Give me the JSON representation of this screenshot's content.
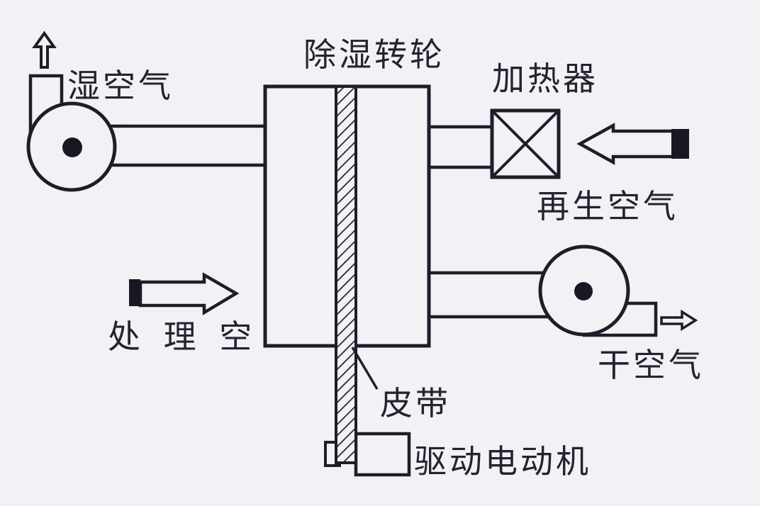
{
  "diagram": {
    "title": "除湿转轮",
    "type": "desiccant-wheel-dehumidification-schematic"
  },
  "colors": {
    "background": "#f2f1f5",
    "line": "#211c29",
    "text": "#272230"
  },
  "labels": {
    "desiccant_wheel": "除湿转轮",
    "humid_air": "湿空气",
    "heater": "加热器",
    "regeneration_air": "再生空气",
    "process_air": "处 理 空",
    "dry_air": "干空气",
    "belt": "皮带",
    "drive_motor": "驱动电动机"
  }
}
